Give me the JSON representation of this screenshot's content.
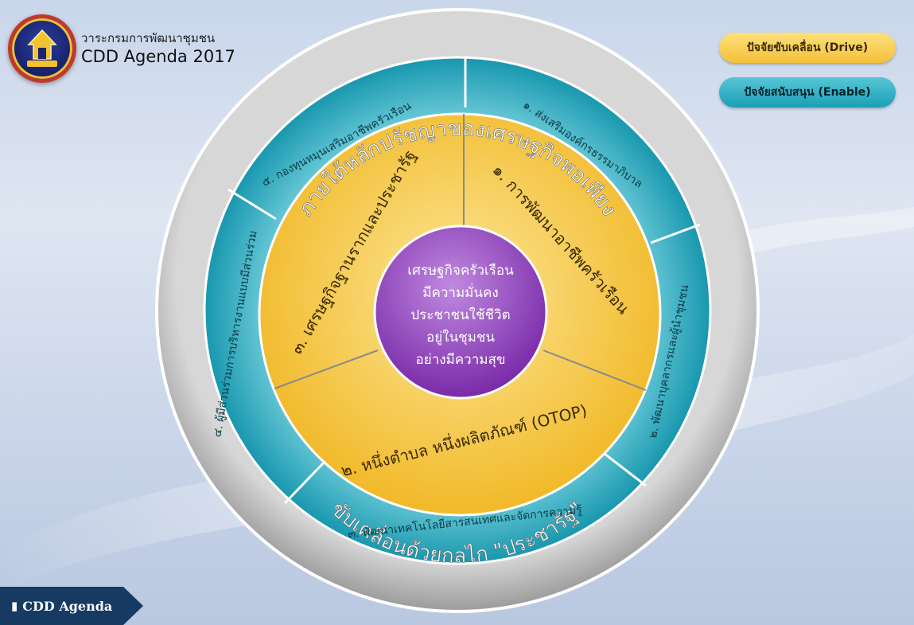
{
  "header": {
    "department": "วาระกรมการพัฒนาชุมชน",
    "title": "CDD Agenda 2017"
  },
  "legend": {
    "drive": "ปัจจัยขับเคลื่อน (Drive)",
    "enable": "ปัจจัยสนับสนุน (Enable)"
  },
  "wheel": {
    "outer_top": "ภายใต้หลักปรัชญาของเศรษฐกิจพอเพียง",
    "outer_bottom": "ขับเคลื่อนด้วยกลไก \"ประชารัฐ\"",
    "center_lines": [
      "เศรษฐกิจครัวเรือน",
      "มีความมั่นคง",
      "ประชาชนใช้ชีวิต",
      "อยู่ในชุมชน",
      "อย่างมีความสุข"
    ],
    "drive_items": [
      "๑. การพัฒนาอาชีพครัวเรือน",
      "๒. หนึ่งตำบล หนึ่งผลิตภัณฑ์ (OTOP)",
      "๓. เศรษฐกิจฐานรากและประชารัฐ"
    ],
    "enable_items": [
      "๑. ส่งเสริมองค์กรธรรมาภิบาล",
      "๒. พัฒนาบุคลากรและผู้นำชุมชน",
      "๓. พัฒนาเทคโนโลยีสารสนเทศและจัดการความรู้",
      "๔. ผู้มีส่วนร่วมการบริหารงานแบบมีส่วนร่วม",
      "๕. กองทุนหมุนเสริมอาชีพครัวเรือน"
    ]
  },
  "footer": {
    "badge_icon": "book-icon",
    "badge_label": "CDD Agenda"
  },
  "colors": {
    "drive": "#f4c13a",
    "enable": "#1b9fb5",
    "center": "#8e3cb8",
    "outer_ring": "#a9a9a9"
  }
}
